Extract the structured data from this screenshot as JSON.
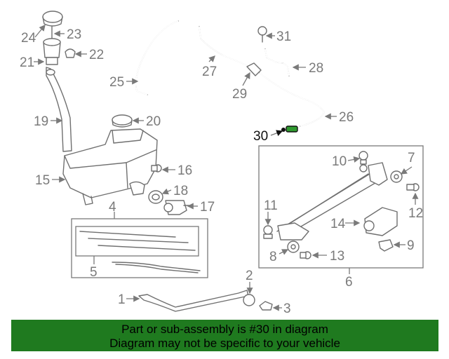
{
  "callouts": {
    "c1": "1",
    "c2": "2",
    "c3": "3",
    "c4": "4",
    "c5": "5",
    "c6": "6",
    "c7": "7",
    "c8": "8",
    "c9": "9",
    "c10": "10",
    "c11": "11",
    "c12": "12",
    "c13": "13",
    "c14": "14",
    "c15": "15",
    "c16": "16",
    "c17": "17",
    "c18": "18",
    "c19": "19",
    "c20": "20",
    "c21": "21",
    "c22": "22",
    "c23": "23",
    "c24": "24",
    "c25": "25",
    "c26": "26",
    "c27": "27",
    "c28": "28",
    "c29": "29",
    "c30": "30",
    "c31": "31"
  },
  "highlight": {
    "part": "30",
    "color": "#1f7a1f"
  },
  "banner": {
    "line1": "Part or sub-assembly is #30 in diagram",
    "line2": "Diagram may not be specific to your vehicle",
    "color": "#1f7a1f"
  }
}
